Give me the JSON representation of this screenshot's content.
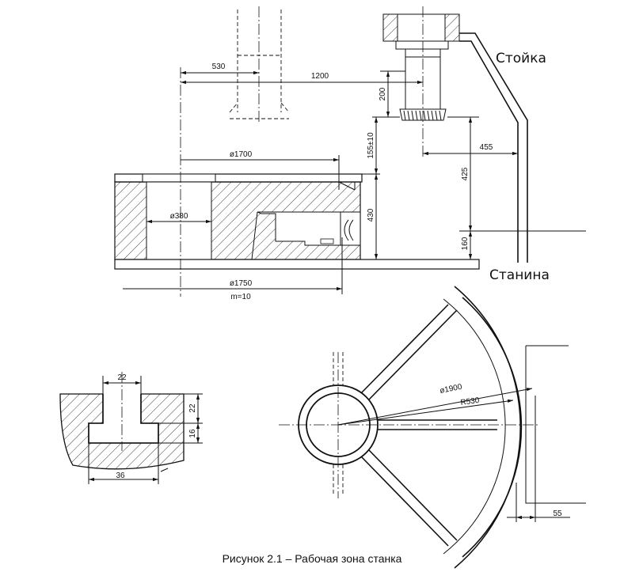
{
  "figure": {
    "caption": "Рисунок 2.1 – Рабочая зона станка"
  },
  "labels": {
    "stand": "Стойка",
    "bed": "Станина"
  },
  "dimensions": {
    "d530": "530",
    "d1200": "1200",
    "d200": "200",
    "d155": "155±10",
    "d455": "455",
    "d425": "425",
    "d430": "430",
    "d160": "160",
    "dia1700": "ø1700",
    "dia380": "ø380",
    "dia1750": "ø1750",
    "module": "m=10",
    "slot_top": "22",
    "slot_h1": "22",
    "slot_h2": "16",
    "slot_bottom": "36",
    "dia1900": "ø1900",
    "r530": "R530",
    "d55": "55"
  }
}
